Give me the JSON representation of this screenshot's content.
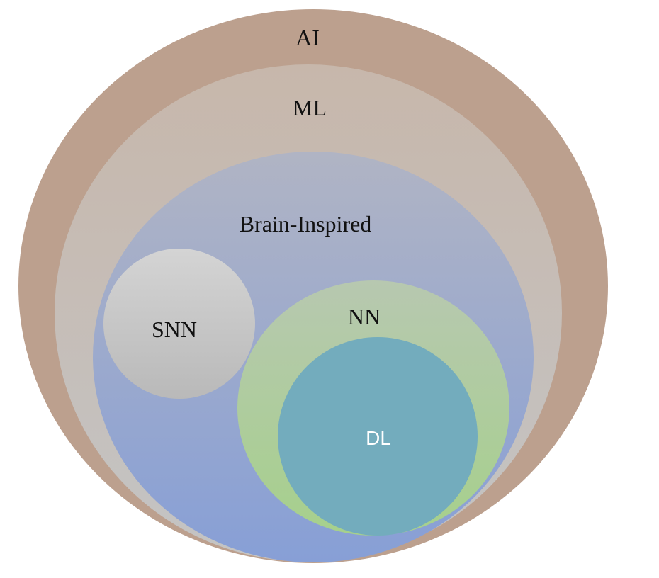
{
  "diagram": {
    "labels": {
      "ai": "AI",
      "ml": "ML",
      "brain_inspired": "Brain-Inspired",
      "snn": "SNN",
      "nn": "NN",
      "dl": "DL"
    },
    "colors": {
      "ai": "#bca08e",
      "ml_top": "#c7b7ab",
      "ml_bottom": "#c4c4c4",
      "brain_top": "#b0b4c4",
      "brain_bottom": "#879fd6",
      "snn_top": "#d4d4d4",
      "snn_bottom": "#b9b9b9",
      "nn_top": "#b7c8b0",
      "nn_bottom": "#a6d08c",
      "dl": "#73acbd",
      "dl_text": "#ffffff"
    }
  }
}
